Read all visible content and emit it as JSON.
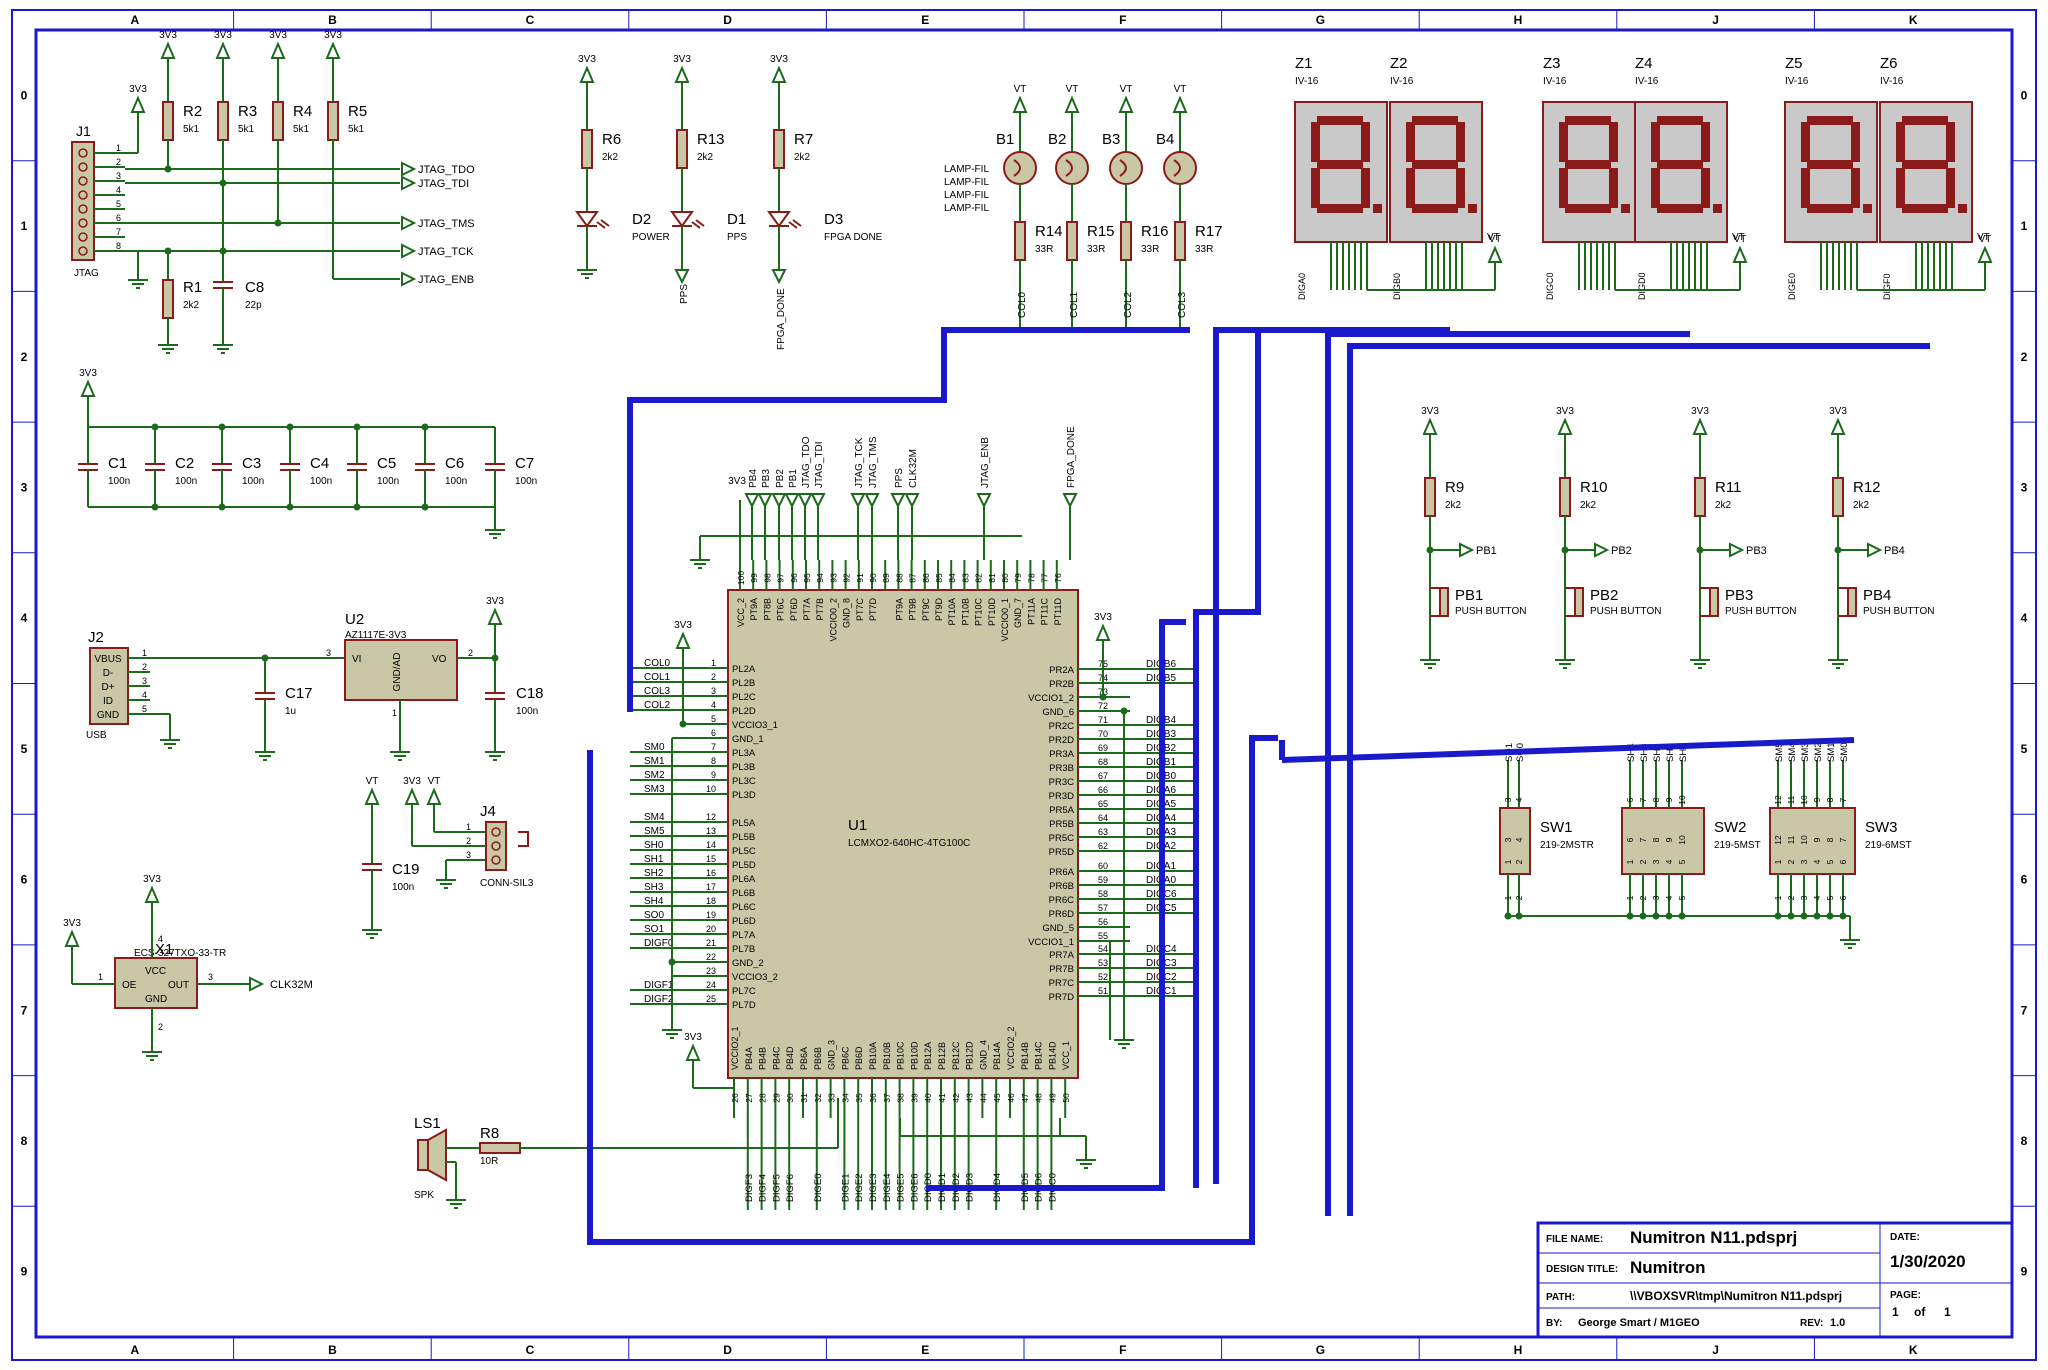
{
  "columns": [
    "A",
    "B",
    "C",
    "D",
    "E",
    "F",
    "G",
    "H",
    "J",
    "K"
  ],
  "rows": [
    "0",
    "1",
    "2",
    "3",
    "4",
    "5",
    "6",
    "7",
    "8",
    "9"
  ],
  "colors": {
    "frame": "#1a1acc",
    "wire": "#1b6b1b",
    "body": "#c9c7a6",
    "outline": "#8b1a1a",
    "segment": "#8b1a1a"
  },
  "title_block": {
    "file_label": "FILE NAME:",
    "file_value": "Numitron N11.pdsprj",
    "design_label": "DESIGN TITLE:",
    "design_value": "Numitron",
    "path_label": "PATH:",
    "path_value": "\\\\VBOXSVR\\tmp\\Numitron N11.pdsprj",
    "by_label": "BY:",
    "by_value": "George Smart / M1GEO",
    "rev_label": "REV:",
    "rev_value": "1.0",
    "date_label": "DATE:",
    "date_value": "1/30/2020",
    "page_label": "PAGE:",
    "page_value": "1",
    "page_of": "of",
    "page_total": "1"
  },
  "power": {
    "v33": "3V3",
    "vt": "VT"
  },
  "jtag": {
    "designator": "J1",
    "value": "JTAG",
    "pins": [
      "1",
      "2",
      "3",
      "4",
      "5",
      "6",
      "7",
      "8"
    ],
    "nets": [
      "JTAG_TDO",
      "JTAG_TDI",
      "JTAG_TMS",
      "JTAG_TCK",
      "JTAG_ENB"
    ]
  },
  "pullups": [
    {
      "ref": "R2",
      "value": "5k1"
    },
    {
      "ref": "R3",
      "value": "5k1"
    },
    {
      "ref": "R4",
      "value": "5k1"
    },
    {
      "ref": "R5",
      "value": "5k1"
    }
  ],
  "r1": {
    "ref": "R1",
    "value": "2k2"
  },
  "c8": {
    "ref": "C8",
    "value": "22p"
  },
  "leds": [
    {
      "res": "R6",
      "res_val": "2k2",
      "led": "D2",
      "name": "POWER",
      "net": ""
    },
    {
      "res": "R13",
      "res_val": "2k2",
      "led": "D1",
      "name": "PPS",
      "net": "PPS"
    },
    {
      "res": "R7",
      "res_val": "2k2",
      "led": "D3",
      "name": "FPGA DONE",
      "net": "FPGA_DONE"
    }
  ],
  "lamps": [
    {
      "ref": "B1",
      "fil": "LAMP-FIL",
      "res": "R14",
      "res_val": "33R",
      "net": "COL0"
    },
    {
      "ref": "B2",
      "fil": "LAMP-FIL",
      "res": "R15",
      "res_val": "33R",
      "net": "COL1"
    },
    {
      "ref": "B3",
      "fil": "LAMP-FIL",
      "res": "R16",
      "res_val": "33R",
      "net": "COL2"
    },
    {
      "ref": "B4",
      "fil": "LAMP-FIL",
      "res": "R17",
      "res_val": "33R",
      "net": "COL3"
    }
  ],
  "tubes": [
    {
      "ref": "Z1",
      "value": "IV-16",
      "net": "DIGA0"
    },
    {
      "ref": "Z2",
      "value": "IV-16",
      "net": "DIGB0"
    },
    {
      "ref": "Z3",
      "value": "IV-16",
      "net": "DIGC0"
    },
    {
      "ref": "Z4",
      "value": "IV-16",
      "net": "DIGD0"
    },
    {
      "ref": "Z5",
      "value": "IV-16",
      "net": "DIGE0"
    },
    {
      "ref": "Z6",
      "value": "IV-16",
      "net": "DIGF0"
    }
  ],
  "decoupling": [
    {
      "ref": "C1",
      "value": "100n"
    },
    {
      "ref": "C2",
      "value": "100n"
    },
    {
      "ref": "C3",
      "value": "100n"
    },
    {
      "ref": "C4",
      "value": "100n"
    },
    {
      "ref": "C5",
      "value": "100n"
    },
    {
      "ref": "C6",
      "value": "100n"
    },
    {
      "ref": "C7",
      "value": "100n"
    }
  ],
  "usb": {
    "ref": "J2",
    "name": "USB",
    "pins": [
      "VBUS",
      "D-",
      "D+",
      "ID",
      "GND"
    ],
    "nums": [
      "1",
      "2",
      "3",
      "4",
      "5"
    ]
  },
  "reg": {
    "ref": "U2",
    "name": "AZ1117E-3V3",
    "vi": "VI",
    "vo": "VO",
    "gnd": "GND/AD",
    "p1": "1",
    "p2": "2",
    "p3": "3"
  },
  "c17": {
    "ref": "C17",
    "value": "1u"
  },
  "c18": {
    "ref": "C18",
    "value": "100n"
  },
  "c19": {
    "ref": "C19",
    "value": "100n"
  },
  "j4": {
    "ref": "J4",
    "name": "CONN-SIL3",
    "pins": [
      "1",
      "2",
      "3"
    ]
  },
  "osc": {
    "ref": "X1",
    "name": "ECS-327TXO-33-TR",
    "oe": "OE",
    "vcc": "VCC",
    "out": "OUT",
    "gnd": "GND",
    "net": "CLK32M",
    "p1": "1",
    "p2": "2",
    "p3": "3",
    "p4": "4"
  },
  "speaker": {
    "ref": "LS1",
    "name": "SPK",
    "res": "R8",
    "res_val": "10R"
  },
  "fpga": {
    "ref": "U1",
    "part": "LCMXO2-640HC-4TG100C",
    "top_pins": [
      "100",
      "99",
      "98",
      "97",
      "96",
      "95",
      "94",
      "93",
      "92",
      "91",
      "90",
      "89",
      "88",
      "87",
      "86",
      "85",
      "84",
      "83",
      "82",
      "81",
      "80",
      "79",
      "78",
      "77",
      "76"
    ],
    "top_names": [
      "VCC_2",
      "PT9A",
      "PT8B",
      "PT6C",
      "PT6D",
      "PT7A",
      "PT7B",
      "VCCIO0_2",
      "GND_8",
      "PT7C",
      "PT7D",
      "",
      "PT9A",
      "PT9B",
      "PT9C",
      "PT9D",
      "PT10A",
      "PT10B",
      "PT10C",
      "PT10D",
      "VCCIO0_1",
      "GND_7",
      "PT11A",
      "PT11C",
      "PT11D"
    ],
    "top_nets": [
      "3V3",
      "PB4",
      "PB3",
      "PB2",
      "PB1",
      "JTAG_TDO",
      "JTAG_TDI",
      "JTAG_TCK",
      "JTAG_TMS",
      "PPS",
      "CLK32M",
      "JTAG_ENB",
      "FPGA_DONE"
    ],
    "left_pins": [
      "1",
      "2",
      "3",
      "4",
      "5",
      "6",
      "7",
      "8",
      "9",
      "10",
      "12",
      "13",
      "14",
      "15",
      "16",
      "17",
      "18",
      "19",
      "20",
      "21",
      "22",
      "23",
      "24",
      "25"
    ],
    "left_names": [
      "PL2A",
      "PL2B",
      "PL2C",
      "PL2D",
      "VCCIO3_1",
      "GND_1",
      "PL3A",
      "PL3B",
      "PL3C",
      "PL3D",
      "PL5A",
      "PL5B",
      "PL5C",
      "PL5D",
      "PL6A",
      "PL6B",
      "PL6C",
      "PL6D",
      "PL7A",
      "PL7B",
      "GND_2",
      "VCCIO3_2",
      "PL7C",
      "PL7D"
    ],
    "left_nets": [
      "COL0",
      "COL1",
      "COL3",
      "COL2",
      "",
      "",
      "SM0",
      "SM1",
      "SM2",
      "SM3",
      "SM4",
      "SM5",
      "SH0",
      "SH1",
      "SH2",
      "SH3",
      "SH4",
      "SO0",
      "SO1",
      "DIGF0",
      "",
      "",
      "DIGF1",
      "DIGF2"
    ],
    "right_pins": [
      "75",
      "74",
      "73",
      "72",
      "71",
      "70",
      "69",
      "68",
      "67",
      "66",
      "65",
      "64",
      "63",
      "62",
      "60",
      "59",
      "58",
      "57",
      "56",
      "55",
      "54",
      "53",
      "52",
      "51"
    ],
    "right_names": [
      "PR2A",
      "PR2B",
      "VCCIO1_2",
      "GND_6",
      "PR2C",
      "PR2D",
      "PR3A",
      "PR3B",
      "PR3C",
      "PR3D",
      "PR5A",
      "PR5B",
      "PR5C",
      "PR5D",
      "PR6A",
      "PR6B",
      "PR6C",
      "PR6D",
      "GND_5",
      "VCCIO1_1",
      "PR7A",
      "PR7B",
      "PR7C",
      "PR7D"
    ],
    "right_nets": [
      "DIGB6",
      "DIGB5",
      "",
      "",
      "DIGB4",
      "DIGB3",
      "DIGB2",
      "DIGB1",
      "DIGB0",
      "DIGA6",
      "DIGA5",
      "DIGA4",
      "DIGA3",
      "DIGA2",
      "DIGA1",
      "DIGA0",
      "DIGC6",
      "DIGC5",
      "",
      "",
      "DIGC4",
      "DIGC3",
      "DIGC2",
      "DIGC1"
    ],
    "bottom_pins": [
      "26",
      "27",
      "28",
      "29",
      "30",
      "31",
      "32",
      "33",
      "34",
      "35",
      "36",
      "37",
      "38",
      "39",
      "40",
      "41",
      "42",
      "43",
      "44",
      "45",
      "46",
      "47",
      "48",
      "49",
      "50"
    ],
    "bottom_names": [
      "VCCIO2_1",
      "PB4A",
      "PB4B",
      "PB4C",
      "PB4D",
      "PB6A",
      "PB6B",
      "GND_3",
      "PB6C",
      "PB6D",
      "PB10A",
      "PB10B",
      "PB10C",
      "PB10D",
      "PB12A",
      "PB12B",
      "PB12C",
      "PB12D",
      "GND_4",
      "PB14A",
      "VCCIO2_2",
      "PB14B",
      "PB14C",
      "PB14D",
      "VCC_1"
    ],
    "bottom_nets": [
      "",
      "DIGF3",
      "DIGF4",
      "DIGF5",
      "DIGF6",
      "",
      "DIGE0",
      "",
      "DIGE1",
      "DIGE2",
      "DIGE3",
      "DIGE4",
      "DIGE5",
      "DIGE6",
      "DIGD0",
      "DIGD1",
      "DIGD2",
      "DIGD3",
      "",
      "DIGD4",
      "",
      "DIGD5",
      "DIGD6",
      "DIGC0",
      ""
    ]
  },
  "buttons": [
    {
      "res": "R9",
      "res_val": "2k2",
      "ref": "PB1",
      "name": "PUSH BUTTON",
      "net": "PB1"
    },
    {
      "res": "R10",
      "res_val": "2k2",
      "ref": "PB2",
      "name": "PUSH BUTTON",
      "net": "PB2"
    },
    {
      "res": "R11",
      "res_val": "2k2",
      "ref": "PB3",
      "name": "PUSH BUTTON",
      "net": "PB3"
    },
    {
      "res": "R12",
      "res_val": "2k2",
      "ref": "PB4",
      "name": "PUSH BUTTON",
      "net": "PB4"
    }
  ],
  "switches": [
    {
      "ref": "SW1",
      "name": "219-2MSTR",
      "nets": [
        "SO1",
        "SO0"
      ],
      "top": [
        "3",
        "4"
      ],
      "bot": [
        "1",
        "2"
      ]
    },
    {
      "ref": "SW2",
      "name": "219-5MST",
      "nets": [
        "SH4",
        "SH3",
        "SH2",
        "SH1",
        "SH0"
      ],
      "top": [
        "6",
        "7",
        "8",
        "9",
        "10"
      ],
      "bot": [
        "1",
        "2",
        "3",
        "4",
        "5"
      ]
    },
    {
      "ref": "SW3",
      "name": "219-6MST",
      "nets": [
        "SM5",
        "SM4",
        "SM3",
        "SM2",
        "SM1",
        "SM0"
      ],
      "top": [
        "12",
        "11",
        "10",
        "9",
        "8",
        "7"
      ],
      "bot": [
        "1",
        "2",
        "3",
        "4",
        "5",
        "6"
      ]
    }
  ]
}
